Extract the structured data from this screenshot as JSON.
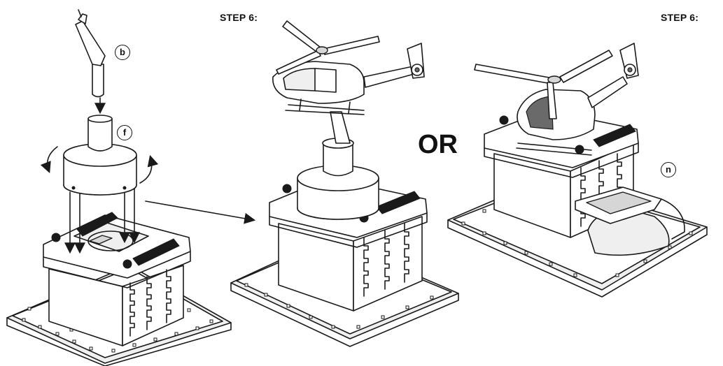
{
  "labels": {
    "step_left": "STEP 6:",
    "step_right": "STEP 6:",
    "or": "OR",
    "part_b": "b",
    "part_f": "f",
    "part_n": "n"
  },
  "icons": {
    "insert_arrows": "down-arrow-icon",
    "rotate_arrows": "rotate-arrow-icon",
    "transition_arrow": "right-arrow-icon"
  },
  "colors": {
    "line": "#1a1a1a",
    "light_fill": "#efefef",
    "mid_fill": "#d6d6d6"
  }
}
